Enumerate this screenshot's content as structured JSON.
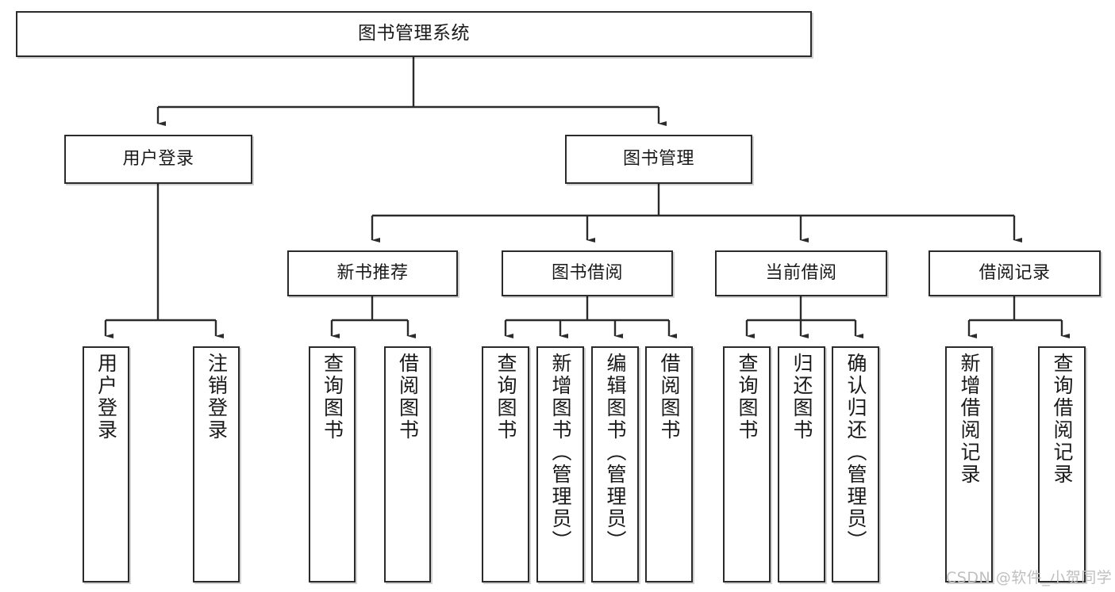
{
  "diagram": {
    "type": "hierarchy-tree",
    "title": "图书管理系统",
    "watermark": "CSDN @软件_小贺同学",
    "colors": {
      "box_border": "#2b2b2b",
      "box_fill": "#ffffff",
      "connector": "#2b2b2b",
      "text": "#1a1a1a",
      "watermark": "#bfbfbf"
    },
    "nodes": {
      "root": {
        "label": "图书管理系统",
        "level": 1
      },
      "l2": [
        {
          "label": "用户登录",
          "level": 2
        },
        {
          "label": "图书管理",
          "level": 2
        }
      ],
      "l3": [
        {
          "label": "新书推荐",
          "level": 3
        },
        {
          "label": "图书借阅",
          "level": 3
        },
        {
          "label": "当前借阅",
          "level": 3
        },
        {
          "label": "借阅记录",
          "level": 3
        }
      ],
      "leaves": [
        {
          "label": "用户登录",
          "parent": "用户登录"
        },
        {
          "label": "注销登录",
          "parent": "用户登录"
        },
        {
          "label": "查询图书",
          "parent": "新书推荐"
        },
        {
          "label": "借阅图书",
          "parent": "新书推荐"
        },
        {
          "label": "查询图书",
          "parent": "图书借阅"
        },
        {
          "label": "新增图书（管理员）",
          "parent": "图书借阅"
        },
        {
          "label": "编辑图书（管理员）",
          "parent": "图书借阅"
        },
        {
          "label": "借阅图书",
          "parent": "图书借阅"
        },
        {
          "label": "查询图书",
          "parent": "当前借阅"
        },
        {
          "label": "归还图书",
          "parent": "当前借阅"
        },
        {
          "label": "确认归还（管理员）",
          "parent": "当前借阅"
        },
        {
          "label": "新增借阅记录",
          "parent": "借阅记录"
        },
        {
          "label": "查询借阅记录",
          "parent": "借阅记录"
        }
      ]
    }
  }
}
